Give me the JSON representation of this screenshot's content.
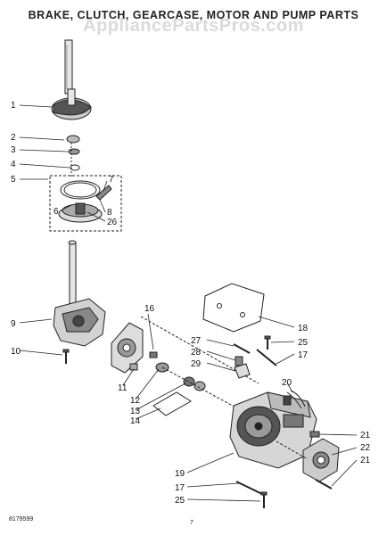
{
  "title": "BRAKE, CLUTCH, GEARCASE, MOTOR AND PUMP PARTS",
  "watermark": "AppliancePartsPros.com",
  "footer": {
    "doc_number": "8179599",
    "page_number": "7"
  },
  "callouts": [
    "1",
    "2",
    "3",
    "4",
    "5",
    "6",
    "7",
    "8",
    "26",
    "9",
    "10",
    "16",
    "11",
    "12",
    "13",
    "14",
    "18",
    "27",
    "28",
    "29",
    "25",
    "17",
    "20",
    "21",
    "22",
    "21",
    "19",
    "17",
    "25"
  ],
  "colors": {
    "line": "#222222",
    "part_fill": "#d8d8d8",
    "dark_fill": "#555555"
  }
}
